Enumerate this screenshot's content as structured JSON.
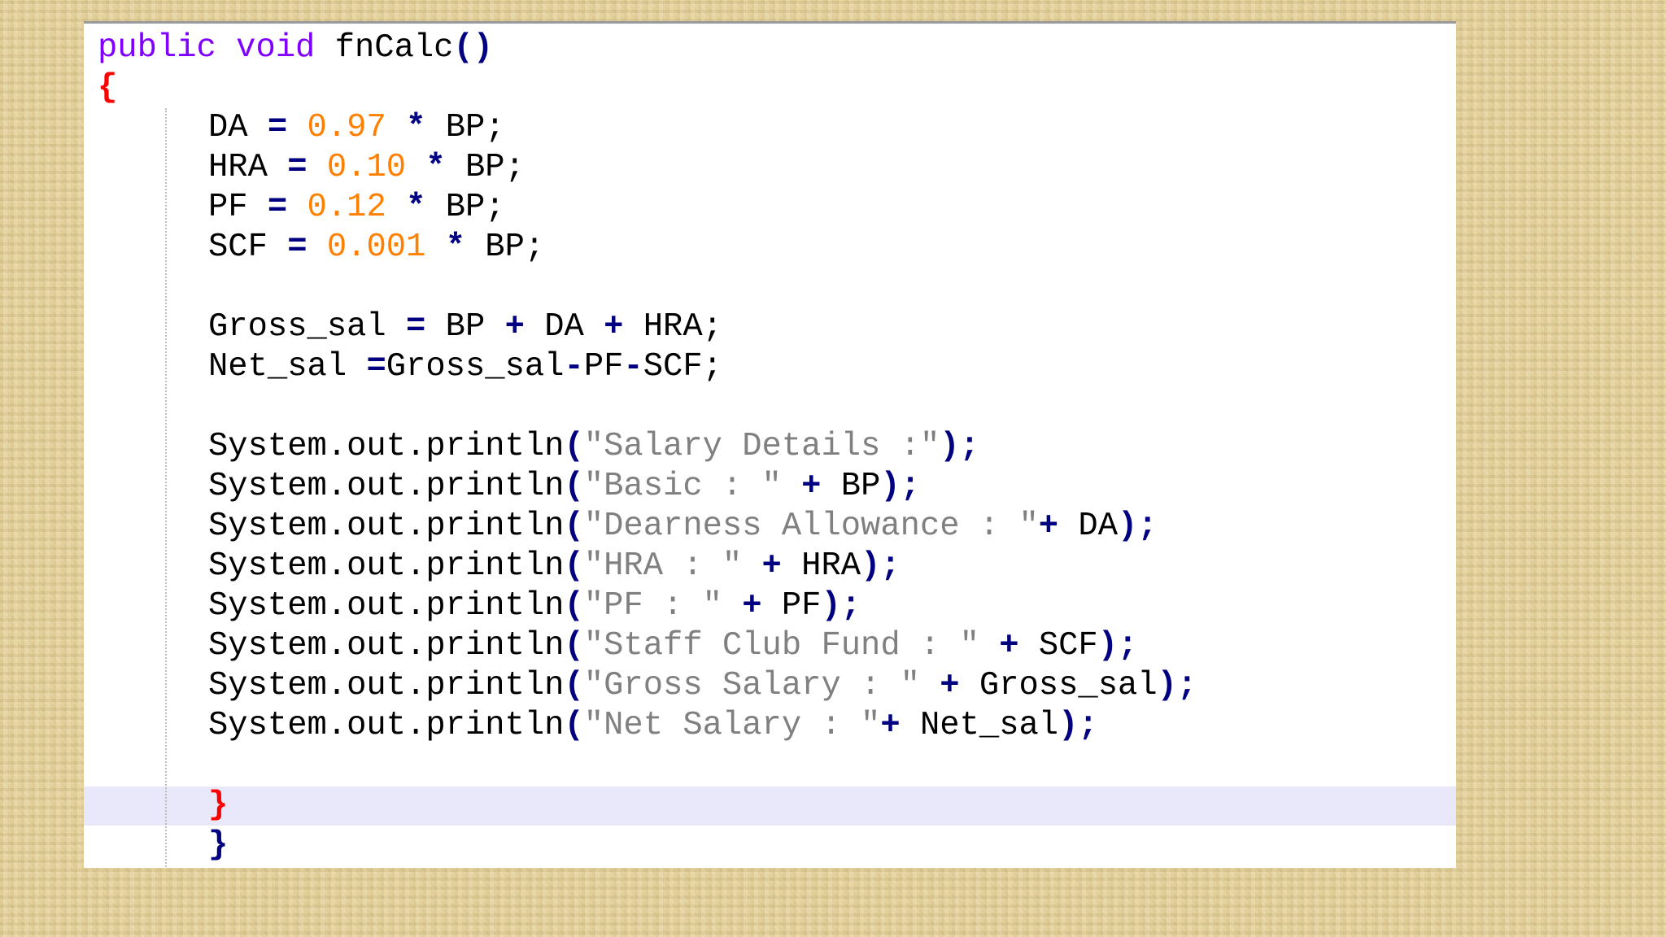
{
  "editor": {
    "lines": [
      {
        "indent": 0,
        "tokens": [
          {
            "t": "public",
            "c": "kw"
          },
          {
            "t": " "
          },
          {
            "t": "void",
            "c": "kw"
          },
          {
            "t": " fnCalc"
          },
          {
            "t": "()",
            "c": "op"
          }
        ]
      },
      {
        "indent": 0,
        "tokens": [
          {
            "t": "{",
            "c": "brace-red"
          }
        ]
      },
      {
        "indent": 1,
        "tokens": [
          {
            "t": "DA "
          },
          {
            "t": "=",
            "c": "op"
          },
          {
            "t": " "
          },
          {
            "t": "0.97",
            "c": "num"
          },
          {
            "t": " "
          },
          {
            "t": "*",
            "c": "op"
          },
          {
            "t": " BP;"
          }
        ]
      },
      {
        "indent": 1,
        "tokens": [
          {
            "t": "HRA "
          },
          {
            "t": "=",
            "c": "op"
          },
          {
            "t": " "
          },
          {
            "t": "0.10",
            "c": "num"
          },
          {
            "t": " "
          },
          {
            "t": "*",
            "c": "op"
          },
          {
            "t": " BP;"
          }
        ]
      },
      {
        "indent": 1,
        "tokens": [
          {
            "t": "PF "
          },
          {
            "t": "=",
            "c": "op"
          },
          {
            "t": " "
          },
          {
            "t": "0.12",
            "c": "num"
          },
          {
            "t": " "
          },
          {
            "t": "*",
            "c": "op"
          },
          {
            "t": " BP;"
          }
        ]
      },
      {
        "indent": 1,
        "tokens": [
          {
            "t": "SCF "
          },
          {
            "t": "=",
            "c": "op"
          },
          {
            "t": " "
          },
          {
            "t": "0.001",
            "c": "num"
          },
          {
            "t": " "
          },
          {
            "t": "*",
            "c": "op"
          },
          {
            "t": " BP;"
          }
        ]
      },
      {
        "indent": 1,
        "tokens": []
      },
      {
        "indent": 1,
        "tokens": [
          {
            "t": "Gross_sal "
          },
          {
            "t": "=",
            "c": "op"
          },
          {
            "t": " BP "
          },
          {
            "t": "+",
            "c": "op"
          },
          {
            "t": " DA "
          },
          {
            "t": "+",
            "c": "op"
          },
          {
            "t": " HRA;"
          }
        ]
      },
      {
        "indent": 1,
        "tokens": [
          {
            "t": "Net_sal "
          },
          {
            "t": "=",
            "c": "op"
          },
          {
            "t": "Gross_sal"
          },
          {
            "t": "-",
            "c": "op"
          },
          {
            "t": "PF"
          },
          {
            "t": "-",
            "c": "op"
          },
          {
            "t": "SCF;"
          }
        ]
      },
      {
        "indent": 1,
        "tokens": []
      },
      {
        "indent": 1,
        "tokens": [
          {
            "t": "System.out.println"
          },
          {
            "t": "(",
            "c": "op"
          },
          {
            "t": "\"Salary Details :\"",
            "c": "str"
          },
          {
            "t": ");",
            "c": "op"
          }
        ]
      },
      {
        "indent": 1,
        "tokens": [
          {
            "t": "System.out.println"
          },
          {
            "t": "(",
            "c": "op"
          },
          {
            "t": "\"Basic : \"",
            "c": "str"
          },
          {
            "t": " "
          },
          {
            "t": "+",
            "c": "op"
          },
          {
            "t": " BP"
          },
          {
            "t": ");",
            "c": "op"
          }
        ]
      },
      {
        "indent": 1,
        "tokens": [
          {
            "t": "System.out.println"
          },
          {
            "t": "(",
            "c": "op"
          },
          {
            "t": "\"Dearness Allowance : \"",
            "c": "str"
          },
          {
            "t": "+",
            "c": "op"
          },
          {
            "t": " DA"
          },
          {
            "t": ");",
            "c": "op"
          }
        ]
      },
      {
        "indent": 1,
        "tokens": [
          {
            "t": "System.out.println"
          },
          {
            "t": "(",
            "c": "op"
          },
          {
            "t": "\"HRA : \"",
            "c": "str"
          },
          {
            "t": " "
          },
          {
            "t": "+",
            "c": "op"
          },
          {
            "t": " HRA"
          },
          {
            "t": ");",
            "c": "op"
          }
        ]
      },
      {
        "indent": 1,
        "tokens": [
          {
            "t": "System.out.println"
          },
          {
            "t": "(",
            "c": "op"
          },
          {
            "t": "\"PF : \"",
            "c": "str"
          },
          {
            "t": " "
          },
          {
            "t": "+",
            "c": "op"
          },
          {
            "t": " PF"
          },
          {
            "t": ");",
            "c": "op"
          }
        ]
      },
      {
        "indent": 1,
        "tokens": [
          {
            "t": "System.out.println"
          },
          {
            "t": "(",
            "c": "op"
          },
          {
            "t": "\"Staff Club Fund : \"",
            "c": "str"
          },
          {
            "t": " "
          },
          {
            "t": "+",
            "c": "op"
          },
          {
            "t": " SCF"
          },
          {
            "t": ");",
            "c": "op"
          }
        ]
      },
      {
        "indent": 1,
        "tokens": [
          {
            "t": "System.out.println"
          },
          {
            "t": "(",
            "c": "op"
          },
          {
            "t": "\"Gross Salary : \"",
            "c": "str"
          },
          {
            "t": " "
          },
          {
            "t": "+",
            "c": "op"
          },
          {
            "t": " Gross_sal"
          },
          {
            "t": ");",
            "c": "op"
          }
        ]
      },
      {
        "indent": 1,
        "tokens": [
          {
            "t": "System.out.println"
          },
          {
            "t": "(",
            "c": "op"
          },
          {
            "t": "\"Net Salary : \"",
            "c": "str"
          },
          {
            "t": "+",
            "c": "op"
          },
          {
            "t": " Net_sal"
          },
          {
            "t": ");",
            "c": "op"
          }
        ]
      },
      {
        "indent": 1,
        "tokens": []
      },
      {
        "indent": 1,
        "tokens": [
          {
            "t": "}",
            "c": "brace-red"
          }
        ]
      },
      {
        "indent": 1,
        "tokens": [
          {
            "t": "}",
            "c": "brace-blue"
          }
        ]
      }
    ],
    "colors": {
      "keyword": "#8000ff",
      "number": "#ff8000",
      "string": "#808080",
      "operator": "#000080",
      "brace_match": "#ff0000",
      "current_line": "#e8e8fa"
    }
  }
}
